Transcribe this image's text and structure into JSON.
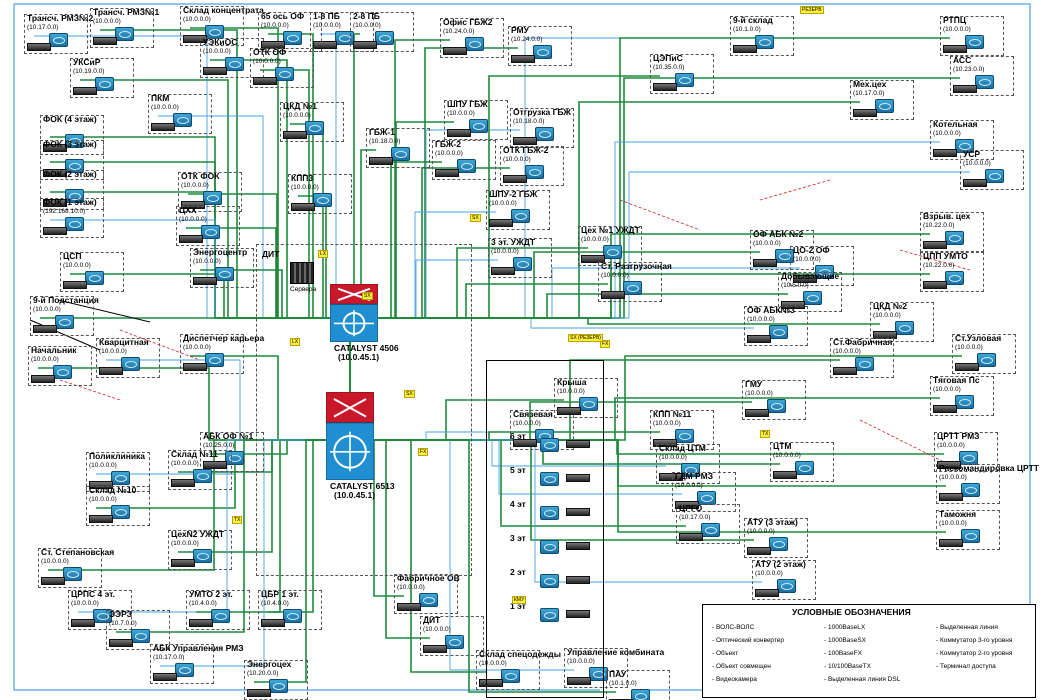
{
  "blocks": [
    {
      "key": "tr_ch",
      "title": "Трансч. РМЗ№2",
      "ip": "(10.17.0.0)"
    },
    {
      "key": "tr_rmz1",
      "title": "Трансч. РМЗ№1",
      "ip": "(10.0.0.0)"
    },
    {
      "key": "sklad_konc",
      "title": "Склад концентрата",
      "ip": "(10.0.0.0)"
    },
    {
      "key": "os65",
      "title": "65 ось ОФ",
      "ip": "(10.0.0.0)"
    },
    {
      "key": "ps18",
      "title": "1-8 ПБ",
      "ip": "(10.0.0.0)"
    },
    {
      "key": "ps28",
      "title": "2-8 ПБ",
      "ip": "(10.0.0.0)"
    },
    {
      "key": "ofis_gbzh",
      "title": "Офис ГБЖ2",
      "ip": "(10.24.0.0)"
    },
    {
      "key": "rmu",
      "title": "РМУ",
      "ip": "(10.24.0.0)"
    },
    {
      "key": "sklad9",
      "title": "9-й склад",
      "ip": "(10.1.0.0)"
    },
    {
      "key": "rtpc",
      "title": "РТПЦ",
      "ip": "(10.0.0.0)"
    },
    {
      "key": "uesios",
      "title": "УЭКиОС",
      "ip": "(10.0.0.0)"
    },
    {
      "key": "uksir",
      "title": "УКСиР",
      "ip": "(10.19.0.0)"
    },
    {
      "key": "pkm",
      "title": "ПКМ",
      "ip": "(10.0.0.0)"
    },
    {
      "key": "otk_of",
      "title": "ОТК ОФ",
      "ip": "(10.0.0.0)"
    },
    {
      "key": "ckd1",
      "title": "ЦКД №1",
      "ip": "(10.0.0.0)"
    },
    {
      "key": "shpu_gbzh",
      "title": "ШПУ ГБЖ",
      "ip": "(10.0.0.0)"
    },
    {
      "key": "otgr_gbzh",
      "title": "Отгрузка ГБЖ",
      "ip": "(10.18.0.0)"
    },
    {
      "key": "cepis",
      "title": "ЦЭПиС",
      "ip": "(10.35.0.0)"
    },
    {
      "key": "ass",
      "title": "АСС",
      "ip": "(10.23.0.0)"
    },
    {
      "key": "mech",
      "title": "Мех.цех",
      "ip": "(10.17.0.0)"
    },
    {
      "key": "kotelnaya",
      "title": "Котельная",
      "ip": "(10.0.0.0)"
    },
    {
      "key": "fok4",
      "title": "ФОК (4 этаж)",
      "ip": ""
    },
    {
      "key": "fok3",
      "title": "ФОК (3 этаж)",
      "ip": ""
    },
    {
      "key": "fok2",
      "title": "ФОК (2 этаж)",
      "ip": ""
    },
    {
      "key": "fok1",
      "title": "ФОК (1 этаж)",
      "ip": "(192.168.10.0)"
    },
    {
      "key": "gbzh1",
      "title": "ГБЖ-1",
      "ip": "(10.18.0.0)"
    },
    {
      "key": "gbzh2",
      "title": "ГБЖ-2",
      "ip": "(10.0.0.0)"
    },
    {
      "key": "otk_gbzh2",
      "title": "ОТК ГБЖ-2",
      "ip": "(10.0.0.0)"
    },
    {
      "key": "usr",
      "title": "УСР",
      "ip": "(10.0.0.0)"
    },
    {
      "key": "otk_fok",
      "title": "ОТК ФОК",
      "ip": "(10.0.0.0)"
    },
    {
      "key": "kpp3",
      "title": "КПП3",
      "ip": "(10.0.0.0)"
    },
    {
      "key": "chx",
      "title": "ЦХХ",
      "ip": "(10.0.0.0)"
    },
    {
      "key": "shpu2",
      "title": "ШПУ-2 ГБЖ",
      "ip": "(10.0.0.0)"
    },
    {
      "key": "vzryv",
      "title": "Взрыв. цех",
      "ip": "(10.22.0.0)"
    },
    {
      "key": "csp",
      "title": "ЦСП",
      "ip": "(10.0.0.0)"
    },
    {
      "key": "energo",
      "title": "Энергоцентр",
      "ip": "(10.0.0.0)"
    },
    {
      "key": "uzhdt3",
      "title": "3 эт. УЖДТ",
      "ip": "(10.0.0.0)"
    },
    {
      "key": "ceh1",
      "title": "Цех №1 УЖДТ",
      "ip": "(10.0.0.0)"
    },
    {
      "key": "of_abk2",
      "title": "ОФ АБК №2",
      "ip": "(10.0.0.0)"
    },
    {
      "key": "cpp_umto",
      "title": "ЦПП УМТО",
      "ip": "(10.22.0.0)"
    },
    {
      "key": "co2",
      "title": "ЦО-2 ОФ",
      "ip": "(10.0.0.0)"
    },
    {
      "key": "dobyv",
      "title": "Добывающие",
      "ip": "(10.5.0.0)"
    },
    {
      "key": "st_razgr",
      "title": "Ст. Разгрузочная",
      "ip": "(10.0.0.0)"
    },
    {
      "key": "sv9",
      "title": "9-й Подстанция",
      "ip": "(10.0.0.0)"
    },
    {
      "key": "of_abk3",
      "title": "ОФ АБК№3",
      "ip": "(10.0.0.0)"
    },
    {
      "key": "ckd2",
      "title": "ЦКД №2",
      "ip": "(10.0.0.0)"
    },
    {
      "key": "st_uzl",
      "title": "Ст.Узловая",
      "ip": "(10.0.0.0)"
    },
    {
      "key": "st_fabr",
      "title": "Ст.Фабричная",
      "ip": "(10.0.0.0)"
    },
    {
      "key": "kvarc",
      "title": "Кварцитная",
      "ip": "(10.0.0.0)"
    },
    {
      "key": "nach",
      "title": "Начальник",
      "ip": "(10.0.0.0)"
    },
    {
      "key": "disp",
      "title": "Диспетчер карьера",
      "ip": "(10.0.0.0)"
    },
    {
      "key": "krysha",
      "title": "Крыша",
      "ip": "(10.0.0.0)"
    },
    {
      "key": "svyaz",
      "title": "Связевая",
      "ip": "(10.0.0.0)"
    },
    {
      "key": "gmu",
      "title": "ГМУ",
      "ip": "(10.0.0.0)"
    },
    {
      "key": "ps_tyag",
      "title": "Тяговая Пс",
      "ip": "(10.0.0.0)"
    },
    {
      "key": "abk_of1",
      "title": "АБК ОФ №1",
      "ip": "(10.25.0.0)"
    },
    {
      "key": "poliklin",
      "title": "Поликлиника",
      "ip": "(10.0.0.0)"
    },
    {
      "key": "sklad11",
      "title": "Склад №11",
      "ip": "(10.0.0.0)"
    },
    {
      "key": "sklad10",
      "title": "Склад №10",
      "ip": "(10.0.0.0)"
    },
    {
      "key": "kpp1",
      "title": "КПП №11",
      "ip": "(10.0.0.0)"
    },
    {
      "key": "sklad_ctm",
      "title": "Склад ЦТМ",
      "ip": "(10.0.0.0)"
    },
    {
      "key": "ctm",
      "title": "ЦТМ",
      "ip": "(10.0.0.0)"
    },
    {
      "key": "crtt",
      "title": "ЦРТТ РМЗ",
      "ip": "(10.0.0.0)"
    },
    {
      "key": "rask",
      "title": "Раскомандировка ЦРТТ",
      "ip": "(10.0.0.0)"
    },
    {
      "key": "gdm",
      "title": "ГДМ РМЗ",
      "ip": "(10.0.0.0)"
    },
    {
      "key": "crgo",
      "title": "ЦРГО",
      "ip": "(10.17.0.0)"
    },
    {
      "key": "tamozh",
      "title": "Таможня",
      "ip": "(10.0.0.0)"
    },
    {
      "key": "atu3",
      "title": "АТУ (3 этаж)",
      "ip": "(10.0.0.0)"
    },
    {
      "key": "atu2",
      "title": "АТУ (2 этаж)",
      "ip": "(10.0.0.0)"
    },
    {
      "key": "uzhdt2",
      "title": "ЦехN2 УЖДТ",
      "ip": "(10.0.0.0)"
    },
    {
      "key": "st_step",
      "title": "Ст. Степановская",
      "ip": "(10.0.0.0)"
    },
    {
      "key": "fabr_ov",
      "title": "Фабричное ОВ",
      "ip": "(10.0.0.0)"
    },
    {
      "key": "crpss",
      "title": "ЦРПС 4 эт.",
      "ip": "(10.0.0.0)"
    },
    {
      "key": "umto2",
      "title": "УМТО 2 эт.",
      "ip": "(10.4.0.0)"
    },
    {
      "key": "cbr",
      "title": "ЦБР 1 эт.",
      "ip": "(10.4.0.0)"
    },
    {
      "key": "eerz",
      "title": "ЭЭРЗ",
      "ip": "(10.7.0.0)"
    },
    {
      "key": "abk_upr",
      "title": "АБК Управления РМЗ",
      "ip": "(10.17.0.0)"
    },
    {
      "key": "energocech",
      "title": "Энергоцех",
      "ip": "(10.20.0.0)"
    },
    {
      "key": "dit2",
      "title": "ДИТ",
      "ip": "(10.0.0.0)"
    },
    {
      "key": "sklad_spec",
      "title": "Склад спецодежды",
      "ip": "(10.0.0.0)"
    },
    {
      "key": "upr_komb",
      "title": "Управление комбината",
      "ip": "(10.0.0.0)"
    },
    {
      "key": "pau",
      "title": "ПАУ",
      "ip": "(10.1.0.0)"
    }
  ],
  "floors": [
    "6 эт",
    "5 эт",
    "4 эт",
    "3 эт",
    "2 эт",
    "1 эт"
  ],
  "dit": {
    "title": "ДИТ",
    "servers": "Сервера"
  },
  "core1": {
    "name": "CATALYST 4506",
    "ip": "(10.0.45.1)"
  },
  "core2": {
    "name": "CATALYST 6513",
    "ip": "(10.0.45.1)"
  },
  "legend": {
    "title": "УСЛОВНЫЕ ОБОЗНАЧЕНИЯ",
    "items": [
      "- ВОЛС-ВОЛС",
      "- Оптический конвертер",
      "- Объект",
      "- Объект совмещен",
      "- Видеокамера",
      "- 1000BaseLX",
      "- 1000BaseSX",
      "- 100BaseFX",
      "- 10/100BaseTX",
      "- Выделенная линия DSL",
      "- Выделенная линия",
      "- Коммутатор 3-го уровня",
      "- Коммутатор 2-го уровня",
      "- Терминал доступа"
    ]
  },
  "tags": {
    "sx": "SX",
    "lx": "LX",
    "fx": "FX",
    "tx": "TX",
    "reserve": "РЕЗЕРВ",
    "sx_res": "SX (РЕЗЕРВ)",
    "kmu": "КМУ"
  },
  "colors": {
    "green": "#1d8a3a",
    "blue": "#4aa2e0",
    "red": "#d1202c",
    "core": "#1f8fd1",
    "yellow": "#ffef3a"
  },
  "device": "Switch"
}
